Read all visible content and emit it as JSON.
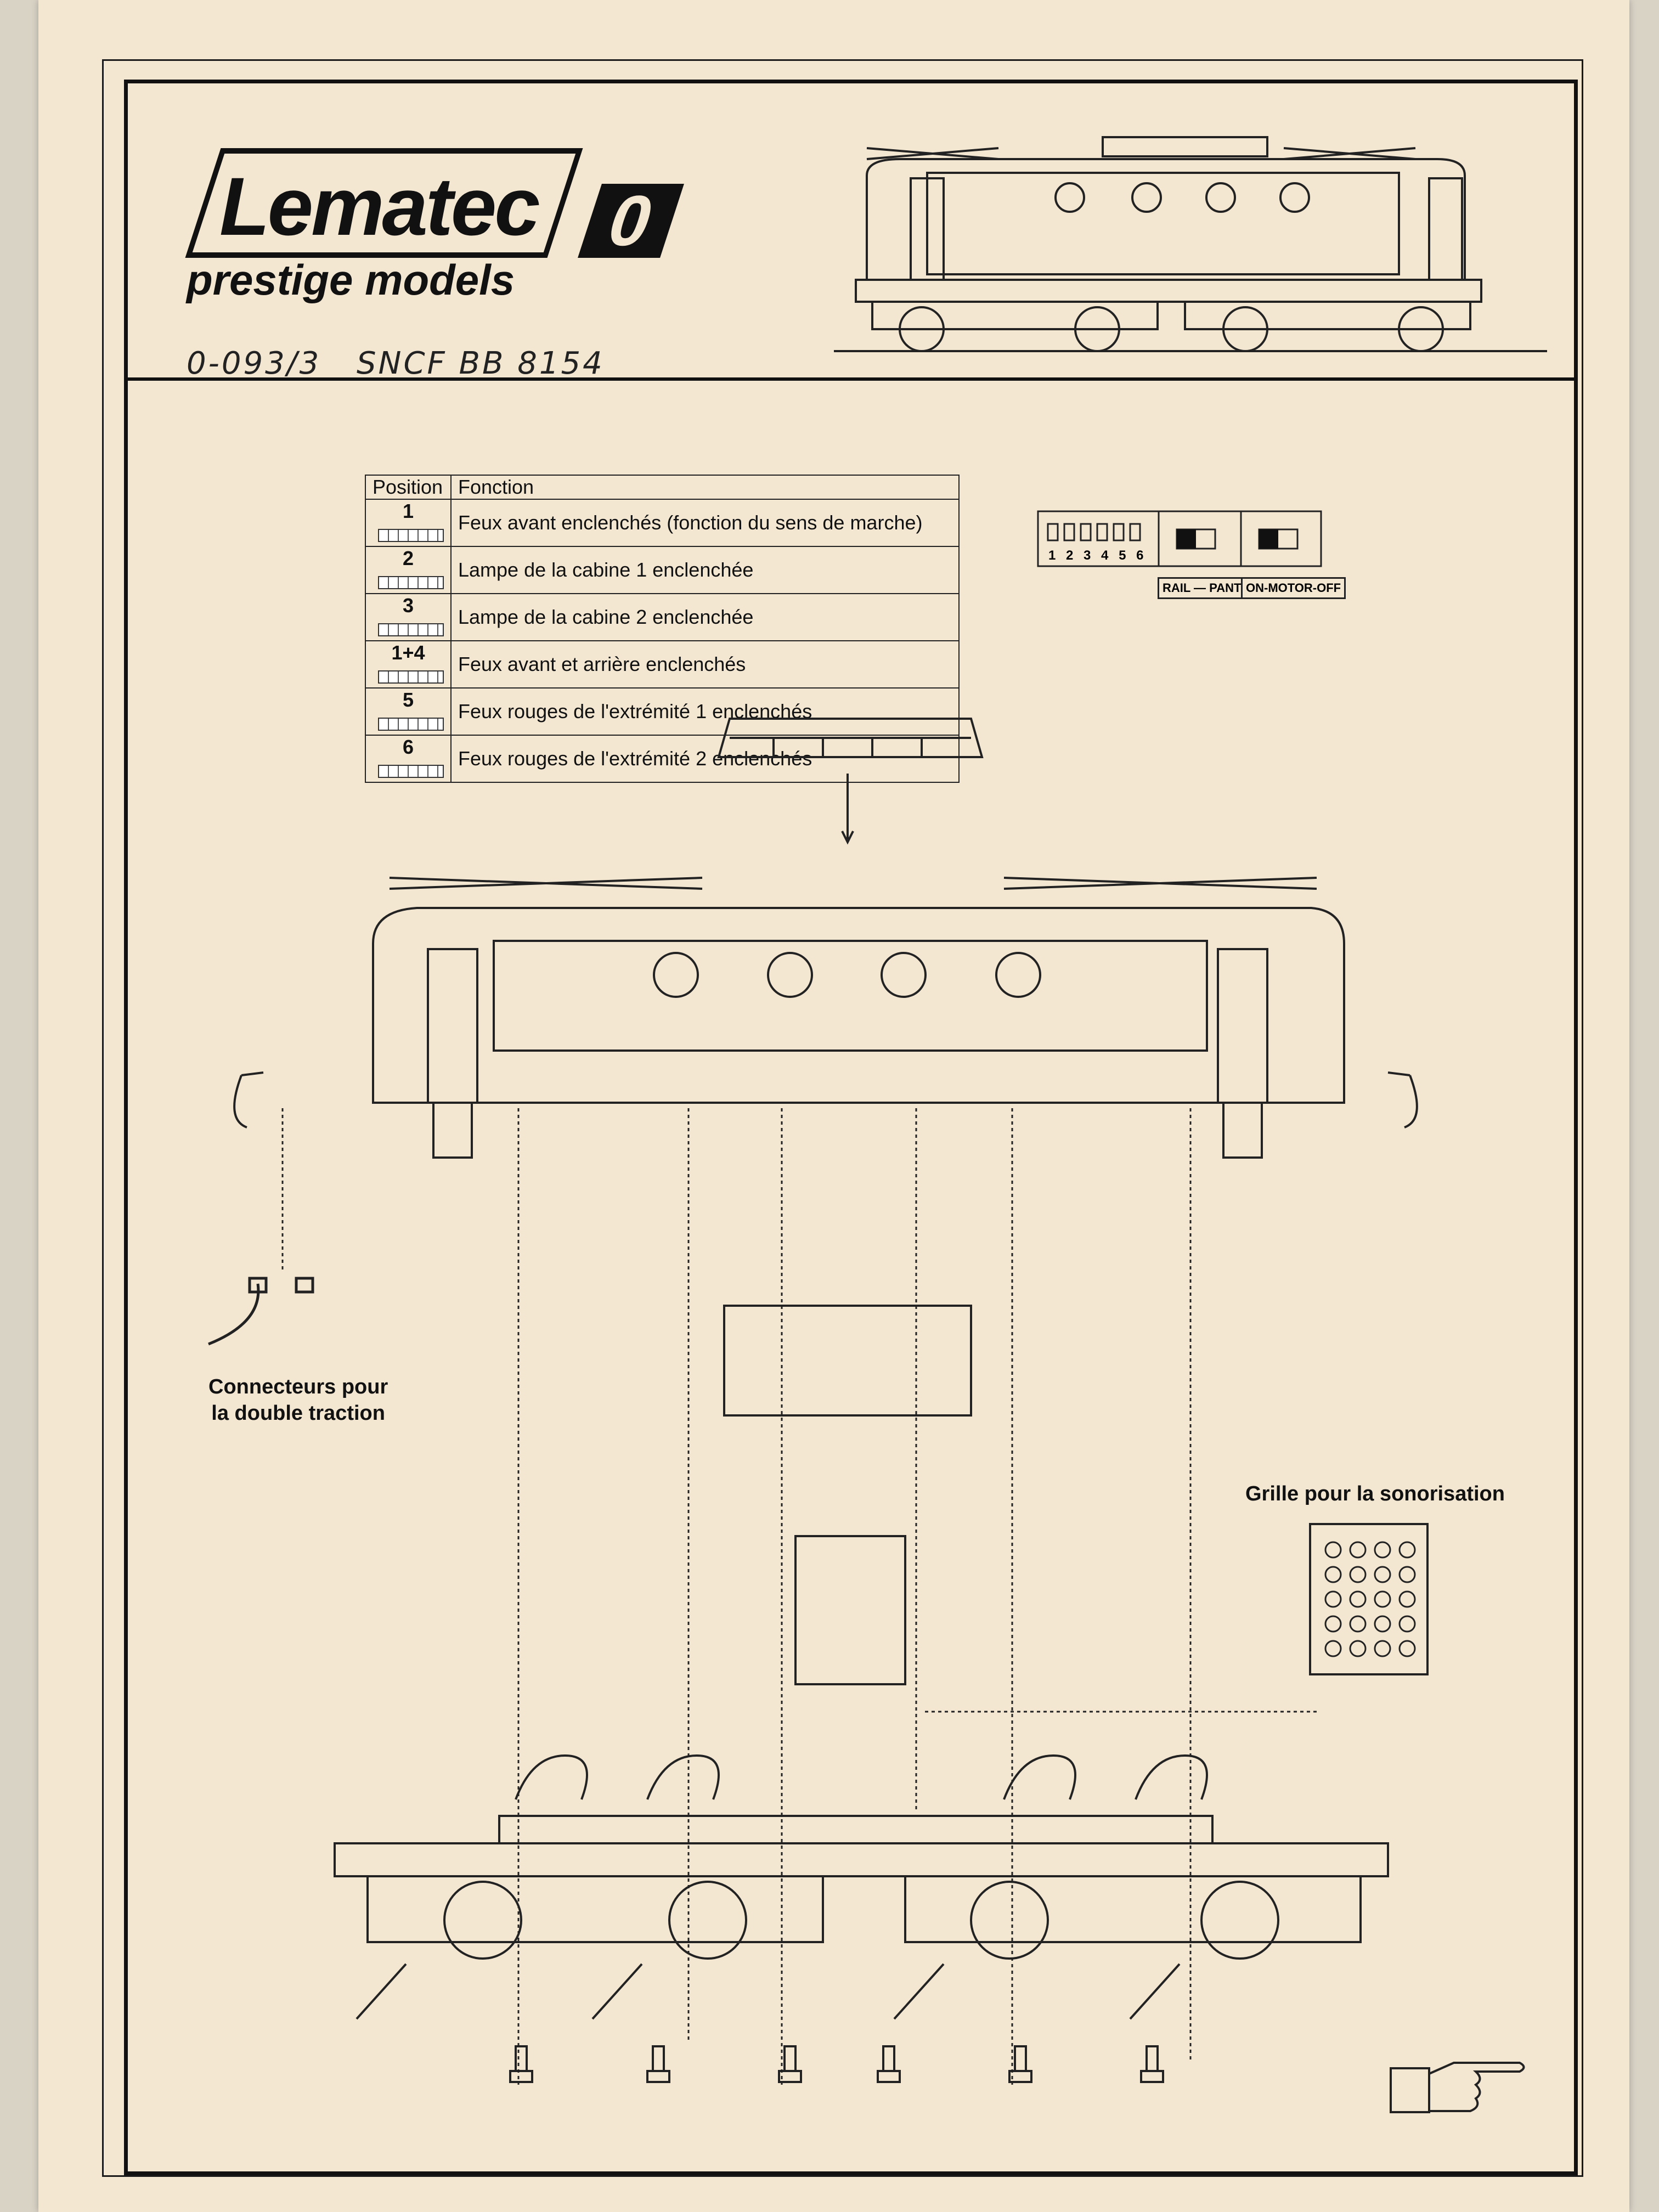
{
  "header": {
    "brand": "Lematec",
    "scale_badge": "0",
    "tagline": "prestige models",
    "reference_code": "0-093/3",
    "model_name": "SNCF BB 8154"
  },
  "function_table": {
    "headers": [
      "Position",
      "Fonction"
    ],
    "rows": [
      {
        "position": "1",
        "function": "Feux avant enclenchés (fonction du sens de marche)"
      },
      {
        "position": "2",
        "function": "Lampe de la cabine 1 enclenchée"
      },
      {
        "position": "3",
        "function": "Lampe de la cabine 2 enclenchée"
      },
      {
        "position": "1+4",
        "function": "Feux avant et arrière enclenchés"
      },
      {
        "position": "5",
        "function": "Feux rouges de l'extrémité 1 enclenchés"
      },
      {
        "position": "6",
        "function": "Feux rouges de l'extrémité 2 enclenchés"
      }
    ]
  },
  "switches": {
    "dip_numbers": "1 2 3 4 5 6",
    "switch1_label": "RAIL — PANTO",
    "switch2_label": "ON-MOTOR-OFF"
  },
  "captions": {
    "connectors_line1": "Connecteurs pour",
    "connectors_line2": "la double traction",
    "speaker_grille": "Grille pour la sonorisation"
  },
  "colors": {
    "paper": "#f3e7d2",
    "ink": "#111111"
  }
}
